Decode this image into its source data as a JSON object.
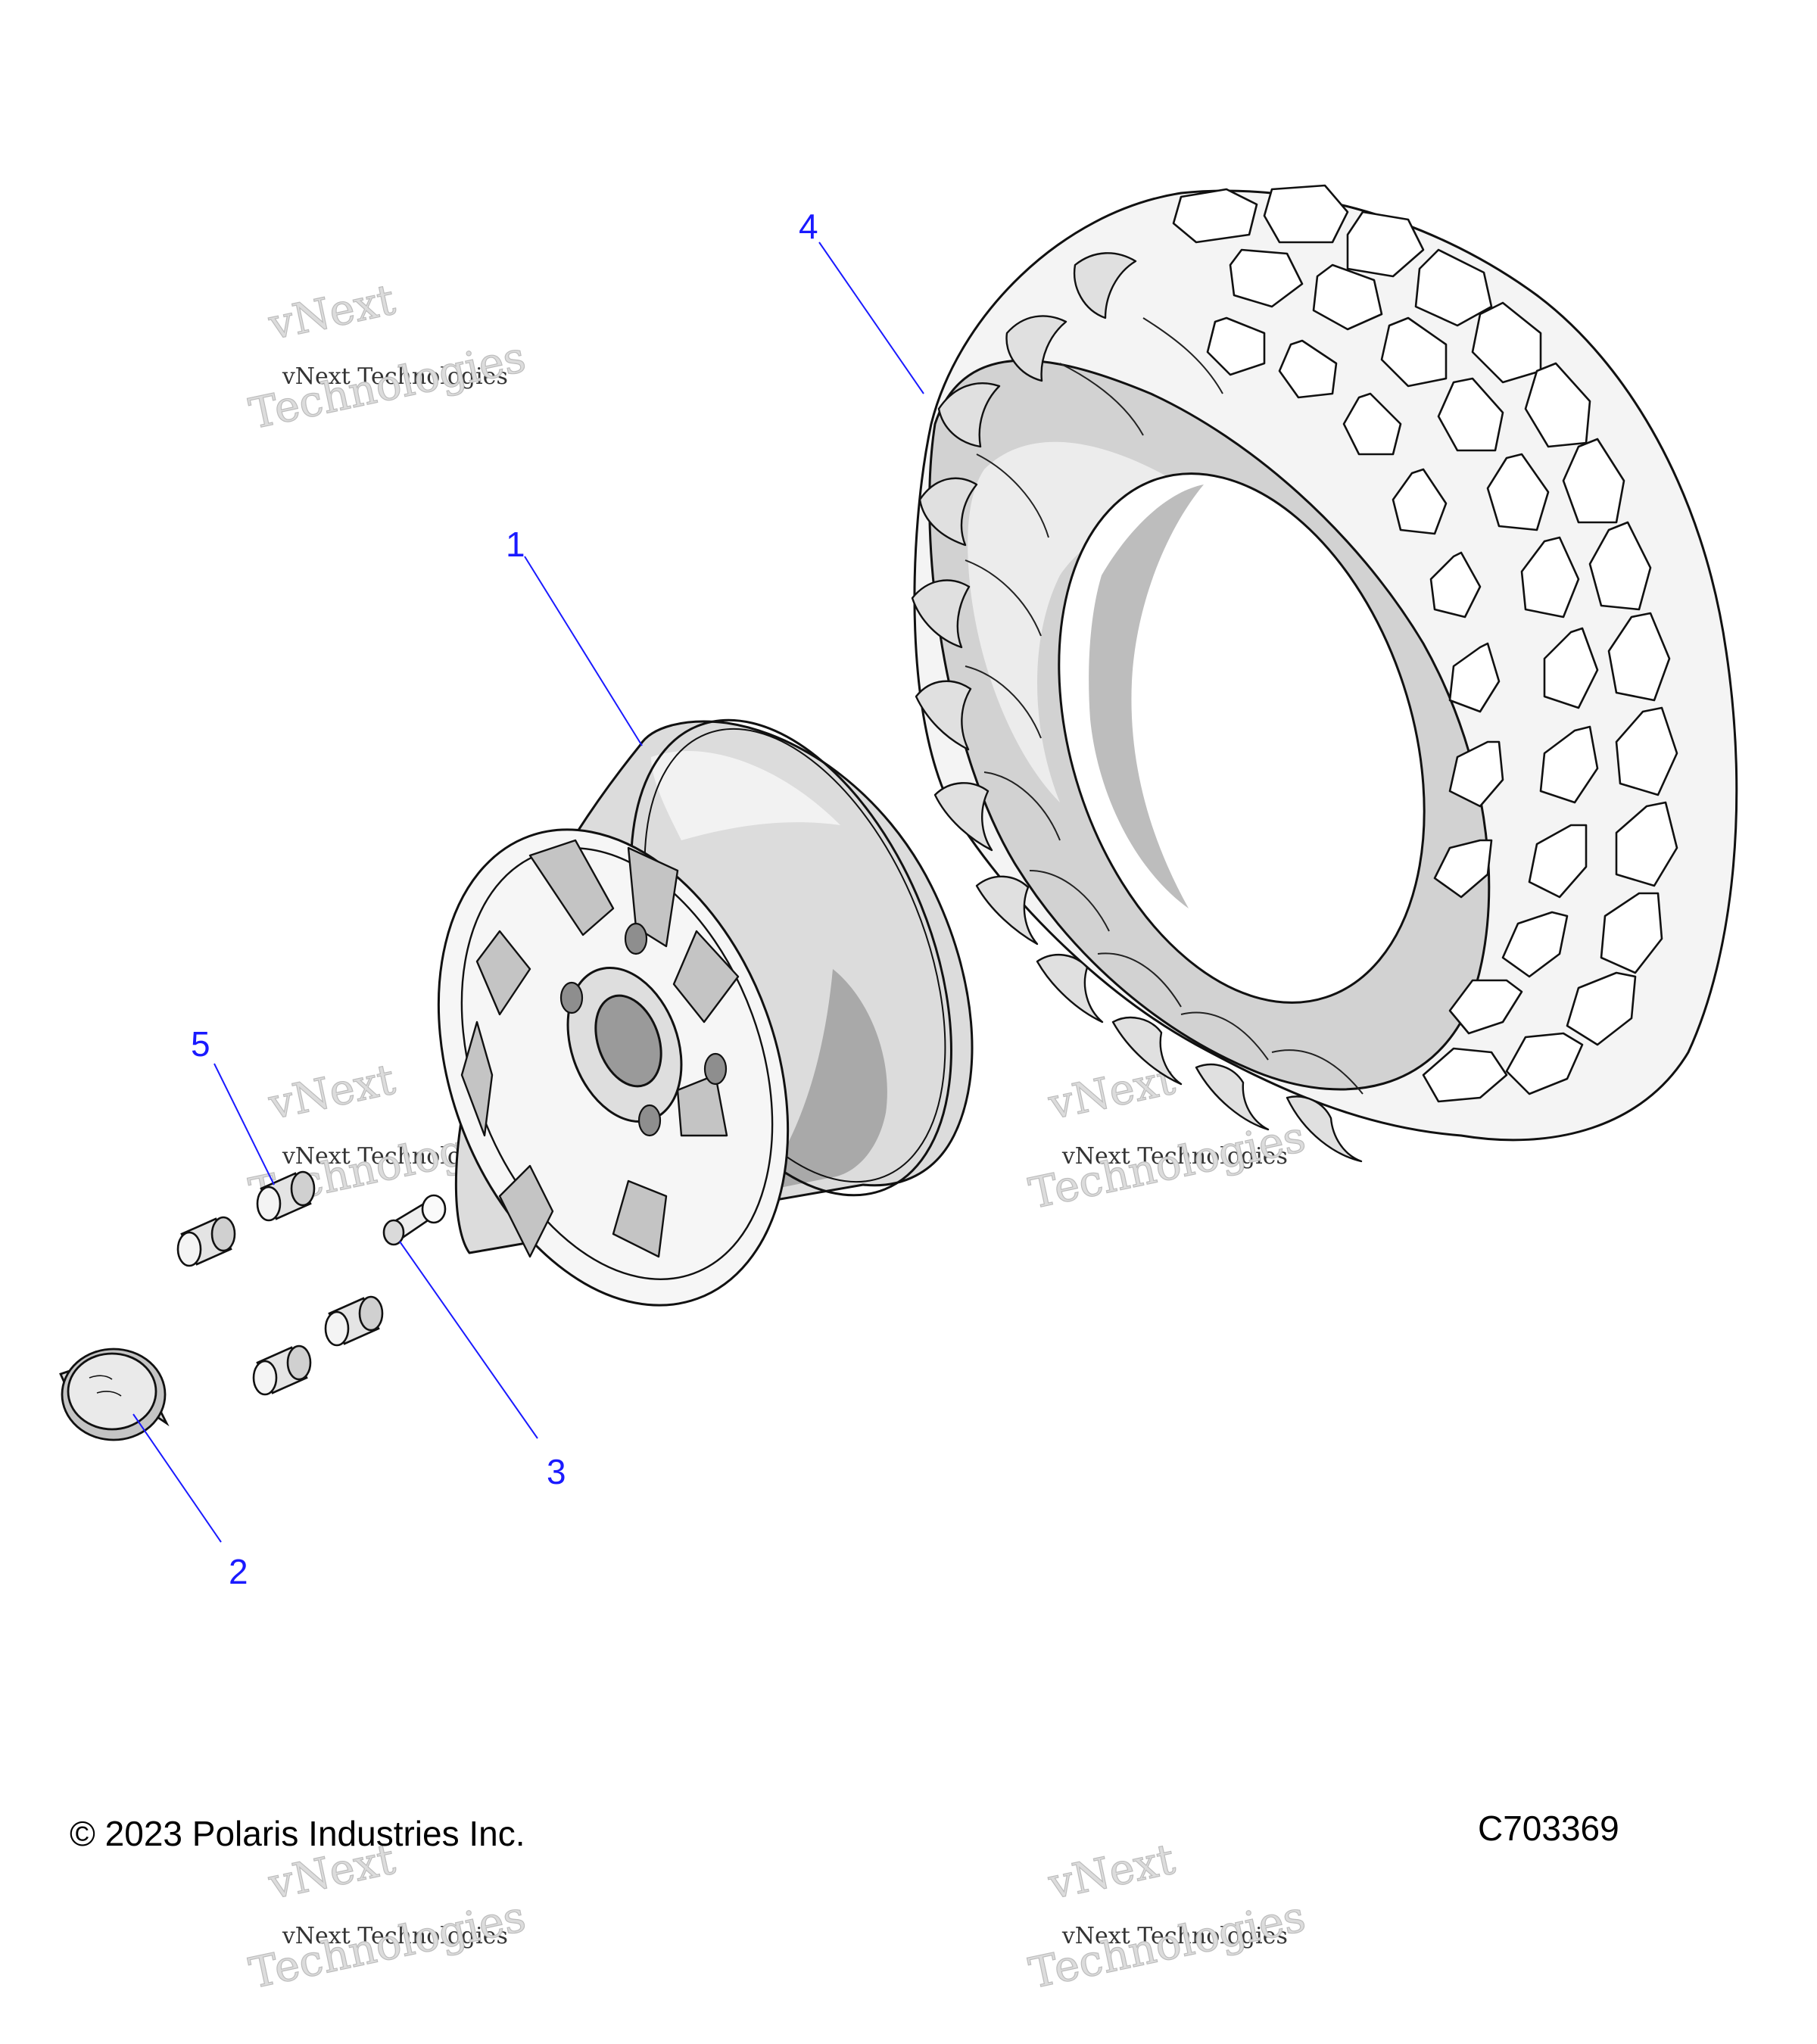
{
  "colors": {
    "callout": "#1a1aff",
    "outline": "#111111",
    "shade_light": "#e6e6e6",
    "shade_mid": "#c8c8c8",
    "shade_dark": "#a9a9a9",
    "watermark": "#dcdcdc"
  },
  "callouts": [
    {
      "label": "1",
      "part": "wheel-rim"
    },
    {
      "label": "2",
      "part": "center-cap"
    },
    {
      "label": "3",
      "part": "valve-stem"
    },
    {
      "label": "4",
      "part": "tire"
    },
    {
      "label": "5",
      "part": "lug-nut"
    }
  ],
  "watermark": {
    "line1": "vNext",
    "line2": "vNext Technologies",
    "line3": "Technologies"
  },
  "footer": {
    "copyright": "© 2023 Polaris Industries Inc.",
    "diagram_id": "C703369"
  }
}
